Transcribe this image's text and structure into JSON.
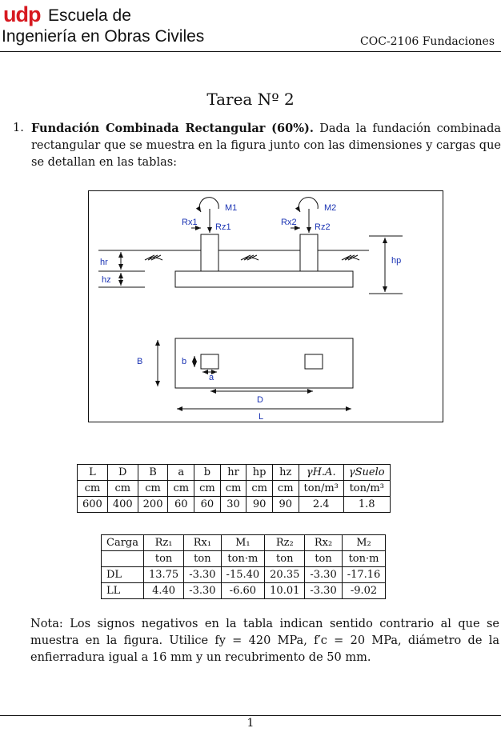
{
  "header": {
    "logo_udp": "udp",
    "logo_line1": "Escuela de",
    "logo_line2": "Ingeniería en Obras Civiles",
    "course": "COC-2106 Fundaciones"
  },
  "title": "Tarea Nº 2",
  "problem": {
    "number": "1.",
    "bold": "Fundación Combinada Rectangular (60%).",
    "text": "Dada la fundación combinada rectangular que se muestra en la figura junto con las dimensiones y cargas que se detallan en las tablas:"
  },
  "diagram": {
    "labels": {
      "m1": "M1",
      "m2": "M2",
      "rx1": "Rx1",
      "rz1": "Rz1",
      "rx2": "Rx2",
      "rz2": "Rz2",
      "hr": "hr",
      "hz": "hz",
      "hp": "hp",
      "b_big": "B",
      "b_small": "b",
      "a": "a",
      "d": "D",
      "l": "L"
    },
    "label_color": "#1a33b3"
  },
  "dims_table": {
    "headers": [
      "L",
      "D",
      "B",
      "a",
      "b",
      "hr",
      "hp",
      "hz",
      "γH.A.",
      "γSuelo"
    ],
    "units": [
      "cm",
      "cm",
      "cm",
      "cm",
      "cm",
      "cm",
      "cm",
      "cm",
      "ton/m³",
      "ton/m³"
    ],
    "values": [
      "600",
      "400",
      "200",
      "60",
      "60",
      "30",
      "90",
      "90",
      "2.4",
      "1.8"
    ]
  },
  "loads_table": {
    "headers": [
      "Carga",
      "Rz₁",
      "Rx₁",
      "M₁",
      "Rz₂",
      "Rx₂",
      "M₂"
    ],
    "units": [
      "",
      "ton",
      "ton",
      "ton·m",
      "ton",
      "ton",
      "ton·m"
    ],
    "rows": [
      [
        "DL",
        "13.75",
        "-3.30",
        "-15.40",
        "20.35",
        "-3.30",
        "-17.16"
      ],
      [
        "LL",
        "4.40",
        "-3.30",
        "-6.60",
        "10.01",
        "-3.30",
        "-9.02"
      ]
    ]
  },
  "note": "Nota: Los signos negativos en la tabla indican sentido contrario al que se muestra en la figura. Utilice fy = 420 MPa, f′c = 20 MPa, diámetro de la enfierradura igual a 16 mm y un recubrimento de 50 mm.",
  "page_number": "1"
}
